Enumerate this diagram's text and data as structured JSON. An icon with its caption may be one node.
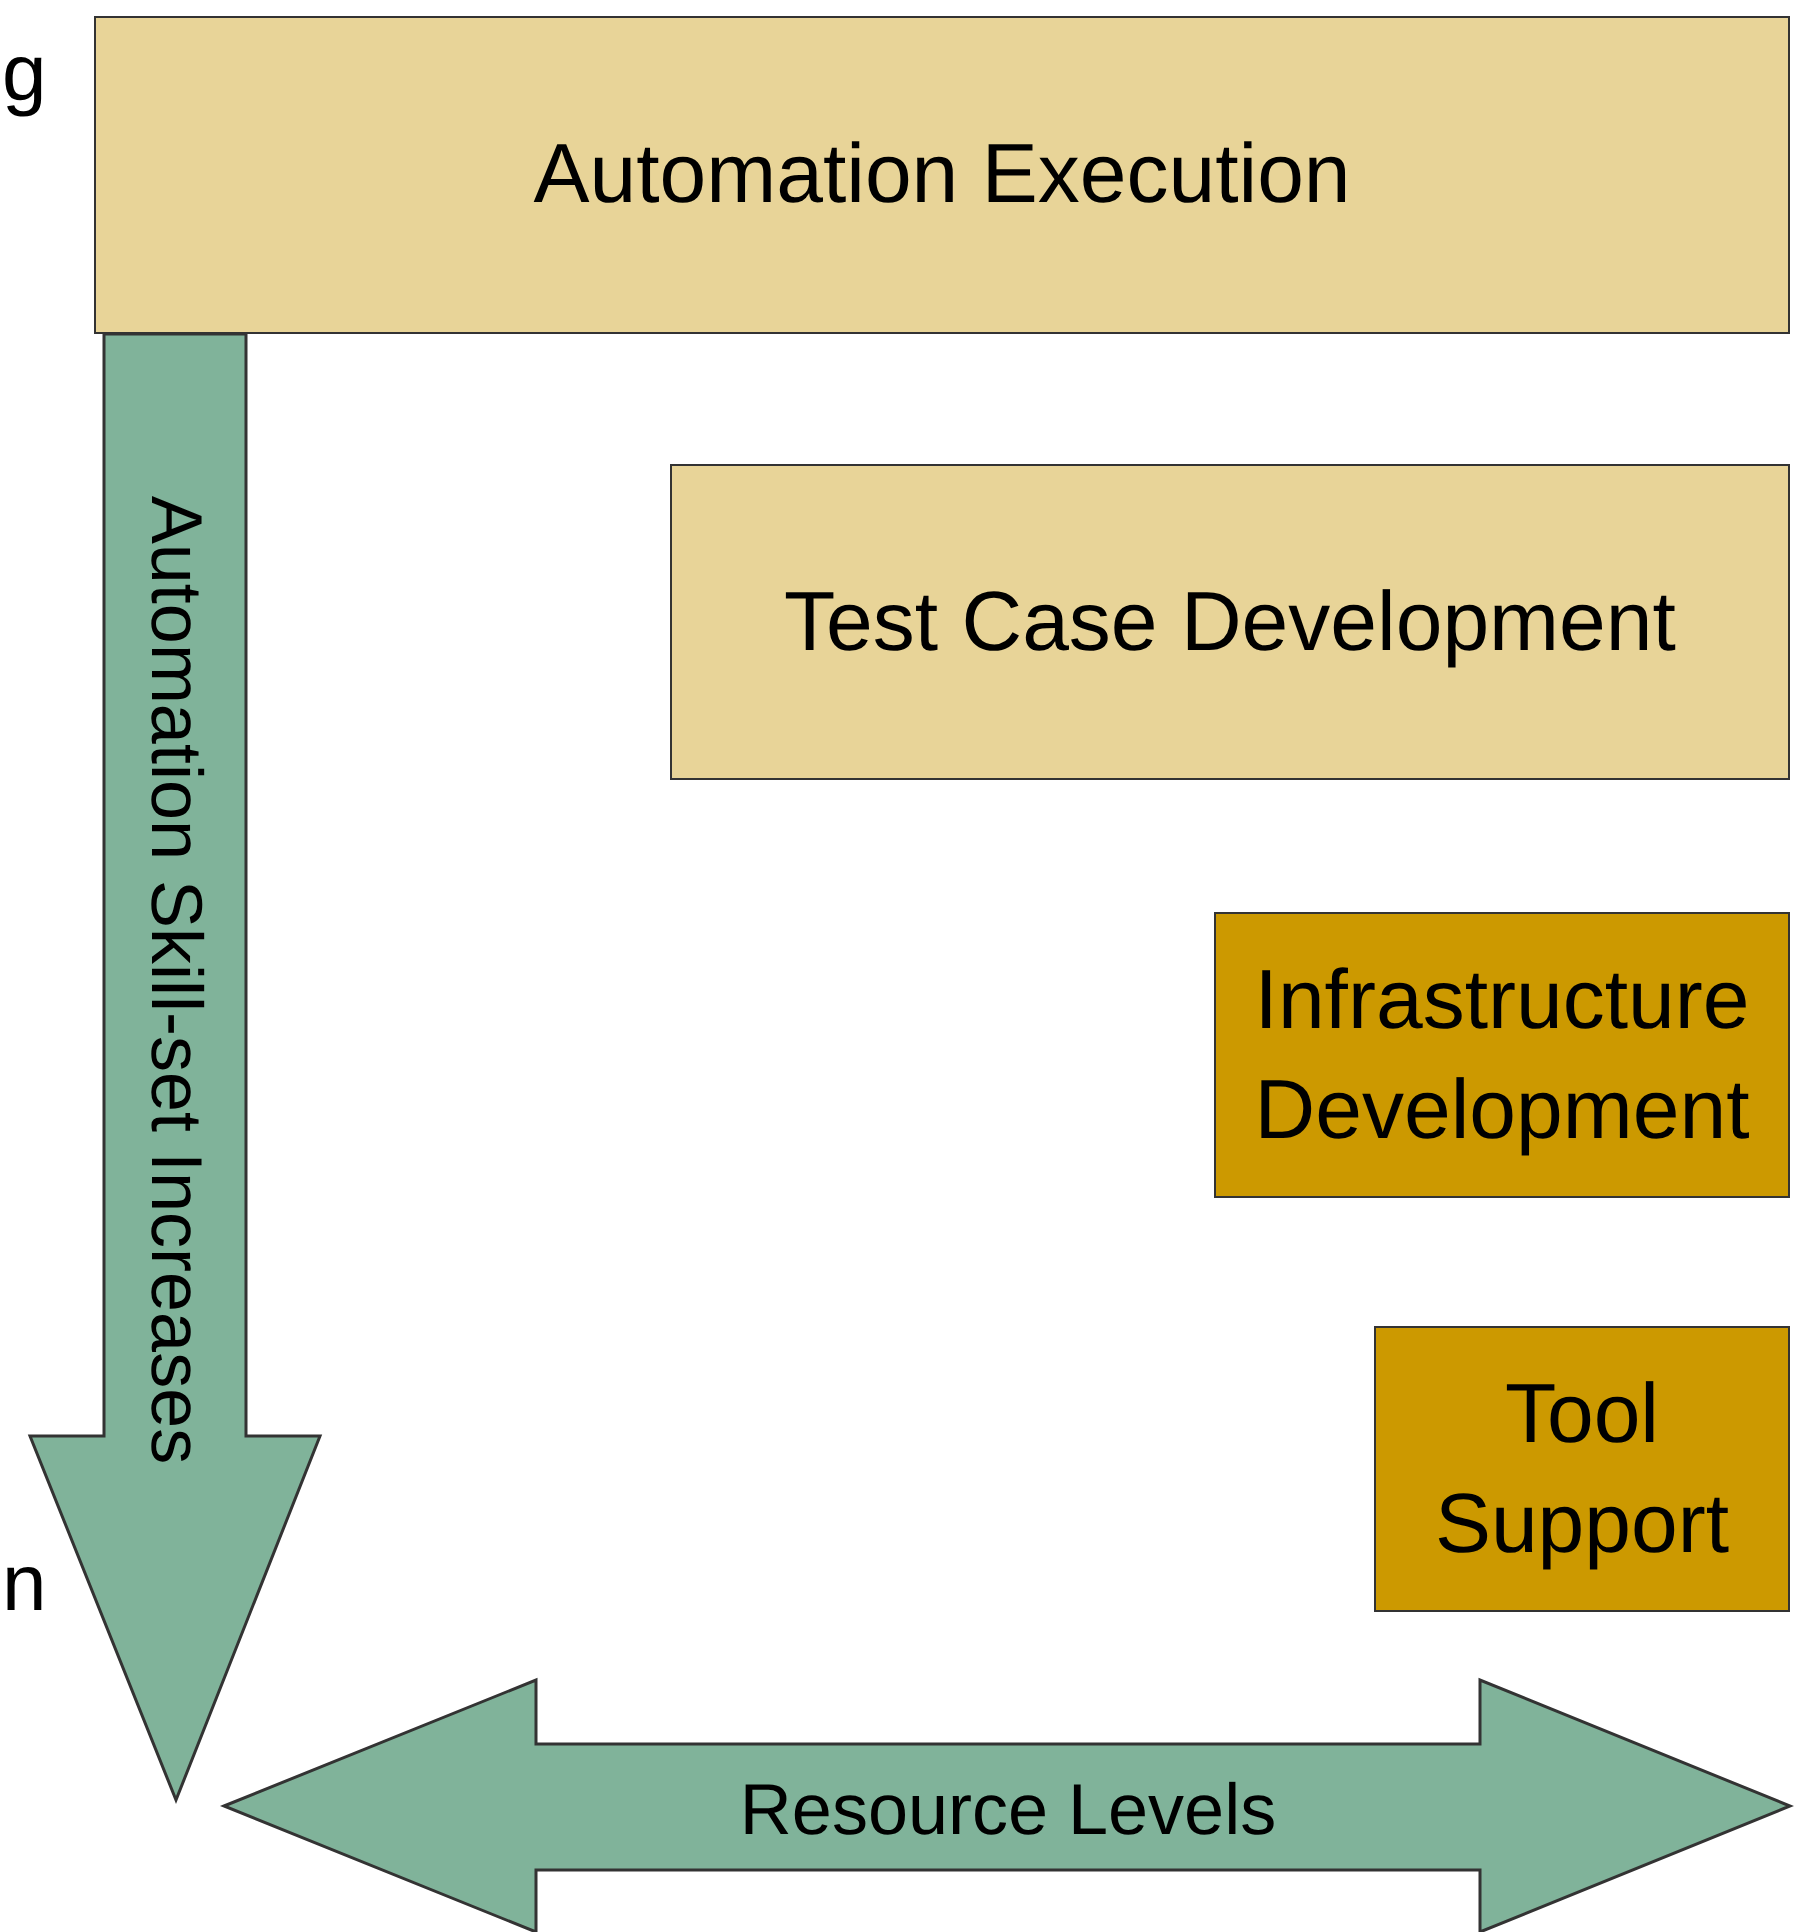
{
  "diagram": {
    "nodes": [
      {
        "text": [
          "Automation Execution"
        ]
      },
      {
        "text": [
          "Test Case Development"
        ]
      },
      {
        "text": [
          "Infrastructure Development"
        ]
      },
      {
        "text": [
          "Tool Support"
        ]
      }
    ],
    "labels": [
      "g",
      "Automation Skill-set Increases",
      "n",
      "Resource Levels"
    ]
  }
}
